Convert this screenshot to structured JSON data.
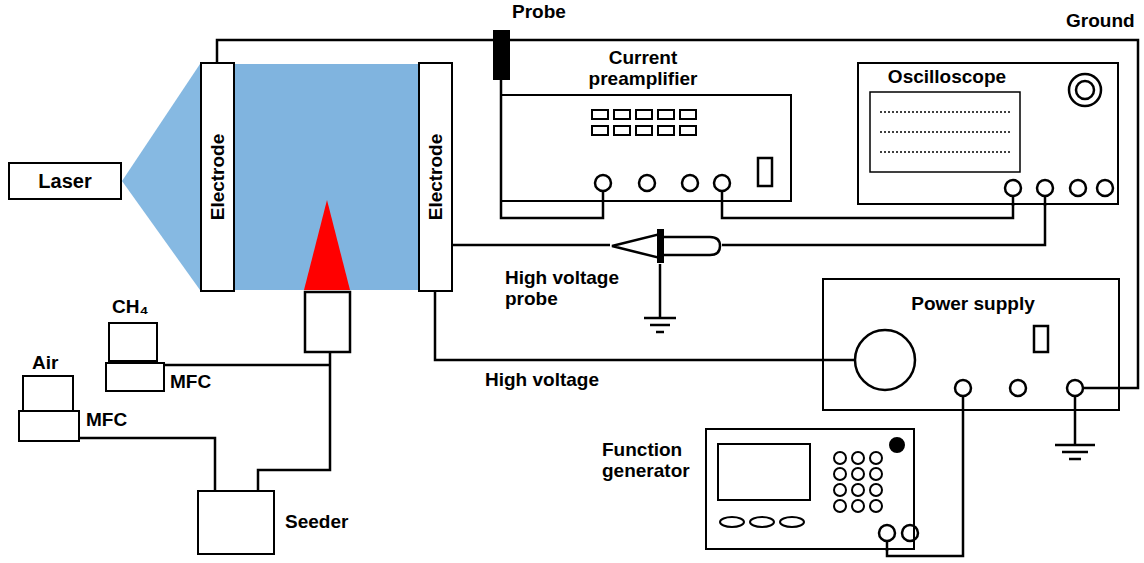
{
  "diagram": {
    "nodes": [
      {
        "text": [
          "Laser"
        ]
      },
      {
        "text": [
          "Electrode"
        ]
      },
      {
        "text": [
          "Electrode"
        ]
      },
      {
        "text": [
          "Probe"
        ]
      },
      {
        "text": [
          "Current preamplifier"
        ]
      },
      {
        "text": [
          "Oscilloscope"
        ]
      },
      {
        "text": [
          "High voltage probe"
        ]
      },
      {
        "text": [
          "Power supply"
        ]
      },
      {
        "text": [
          "CH₄"
        ]
      },
      {
        "text": [
          "MFC"
        ]
      },
      {
        "text": [
          "Air"
        ]
      },
      {
        "text": [
          "MFC"
        ]
      },
      {
        "text": [
          "Seeder"
        ]
      },
      {
        "text": [
          "Function generator"
        ]
      }
    ],
    "edges": [
      {
        "from": 1,
        "to": 7,
        "arrow": "none"
      },
      {
        "from": 3,
        "to": 4,
        "arrow": "none"
      },
      {
        "from": 4,
        "to": 5,
        "arrow": "none"
      },
      {
        "from": 2,
        "to": 6,
        "arrow": "none"
      },
      {
        "from": 6,
        "to": 5,
        "arrow": "none"
      },
      {
        "from": 2,
        "to": 7,
        "arrow": "none"
      },
      {
        "from": 13,
        "to": 7,
        "arrow": "none"
      },
      {
        "from": 11,
        "to": 12,
        "arrow": "none"
      }
    ],
    "labels": [
      "Ground",
      "High voltage"
    ]
  }
}
